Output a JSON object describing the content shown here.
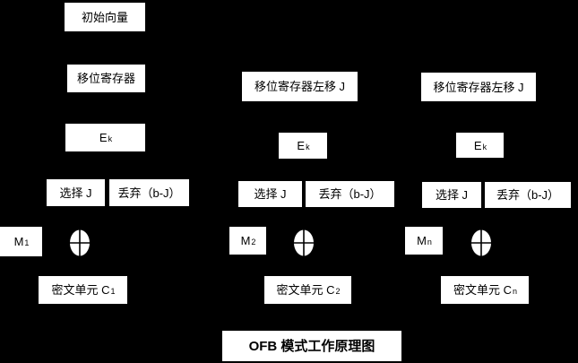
{
  "colors": {
    "background": "#000000",
    "box_fill": "#ffffff",
    "text": "#000000"
  },
  "icons": {
    "xor_icon": "circle-plus-xor"
  },
  "columns": [
    {
      "init_box": "初始向量",
      "shift_box": "移位寄存器",
      "cipher": {
        "base": "E",
        "sub": "k"
      },
      "select_box": "选择 J",
      "discard_box": "丢弃（b-J）",
      "message": {
        "base": "M",
        "sub": "1"
      },
      "cipher_unit": {
        "base": "密文单元 C",
        "sub": "1"
      }
    },
    {
      "shift_box": "移位寄存器左移 J",
      "cipher": {
        "base": "E",
        "sub": "k"
      },
      "select_box": "选择 J",
      "discard_box": "丢弃（b-J）",
      "message": {
        "base": "M",
        "sub": "2"
      },
      "cipher_unit": {
        "base": "密文单元 C",
        "sub": "2"
      }
    },
    {
      "shift_box": "移位寄存器左移 J",
      "cipher": {
        "base": "E",
        "sub": "k"
      },
      "select_box": "选择 J",
      "discard_box": "丢弃（b-J）",
      "message": {
        "base": "M",
        "sub": "n"
      },
      "cipher_unit": {
        "base": "密文单元 C",
        "sub": "n"
      }
    }
  ],
  "footer_title": "OFB 模式工作原理图"
}
